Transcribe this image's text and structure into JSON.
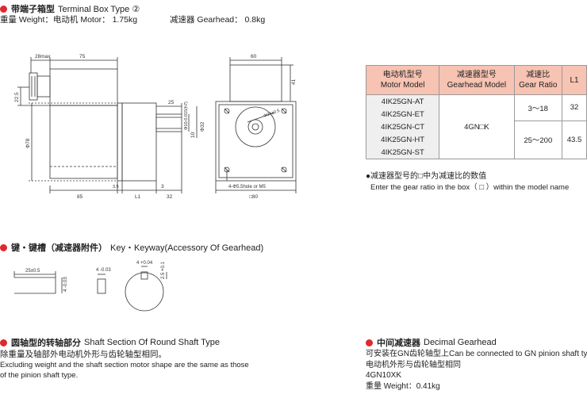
{
  "section1": {
    "title_cn": "带端子箱型",
    "title_en": "Terminal Box Type ②",
    "weight_line": "重量 Weight：电动机 Motor： 1.75kg",
    "gearhead_weight": "减速器 Gearhead： 0.8kg"
  },
  "drawing1": {
    "dim_28max": "28max",
    "dim_75": "75",
    "dim_60": "60",
    "dim_41": "41",
    "dim_22_5": "22.5",
    "dim_25": "25",
    "dim_phi10": "Φ10-0.015(h7)",
    "dim_phi32": "Φ32",
    "dim_10": "10",
    "dim_phi78": "Φ78",
    "dim_3_5": "3.5",
    "dim_3": "3",
    "dim_85": "85",
    "dim_L1": "L1",
    "dim_32": "32",
    "dim_pcd": "Φ94±0.5",
    "dim_holes": "4-Φ5.5hole or M5",
    "dim_sq80": "□80"
  },
  "spec_table": {
    "headers": [
      {
        "cn": "电动机型号",
        "en": "Motor Model"
      },
      {
        "cn": "减速器型号",
        "en": "Gearhead Model"
      },
      {
        "cn": "减速比",
        "en": "Gear Ratio"
      },
      {
        "cn": "L1",
        "en": ""
      }
    ],
    "models": [
      "4IK25GN-AT",
      "4IK25GN-ET",
      "4IK25GN-CT",
      "4IK25GN-HT",
      "4IK25GN-ST"
    ],
    "gearhead": "4GN□K",
    "ratios": [
      {
        "ratio": "3～18",
        "l1": "32"
      },
      {
        "ratio": "25～200",
        "l1": "43.5"
      }
    ],
    "note_cn": "●减速器型号的□中为减速比的数值",
    "note_en": "Enter the gear ratio in the box（ □ ）within the model name"
  },
  "section2": {
    "title_cn": "键・键槽（减速器附件）",
    "title_en": "Key・Keyway(Accessory Of Gearhead)",
    "dim_25": "25±0.5",
    "dim_4a": "4 -0.03",
    "dim_4b": "4 -0.03",
    "dim_4c": "4 +0.04",
    "dim_2_5": "2.5 +0.1"
  },
  "section3": {
    "title_cn": "圆轴型的转轴部分",
    "title_en": "Shaft Section Of Round Shaft Type",
    "line1": "除重量及轴部外电动机外形与齿轮轴型相同。",
    "line2": "Excluding weight and the shaft section motor shape are the same as those",
    "line3": "of the pinion shaft type."
  },
  "section4": {
    "title_cn": "中间减速器",
    "title_en": "Decimal Gearhead",
    "line1": "可安装在GN齿轮轴型上Can be connected to GN pinion shaft type",
    "line2": "电动机外形与齿轮轴型相同",
    "line3": "4GN10XK",
    "line4": "重量 Weight：0.41kg"
  }
}
